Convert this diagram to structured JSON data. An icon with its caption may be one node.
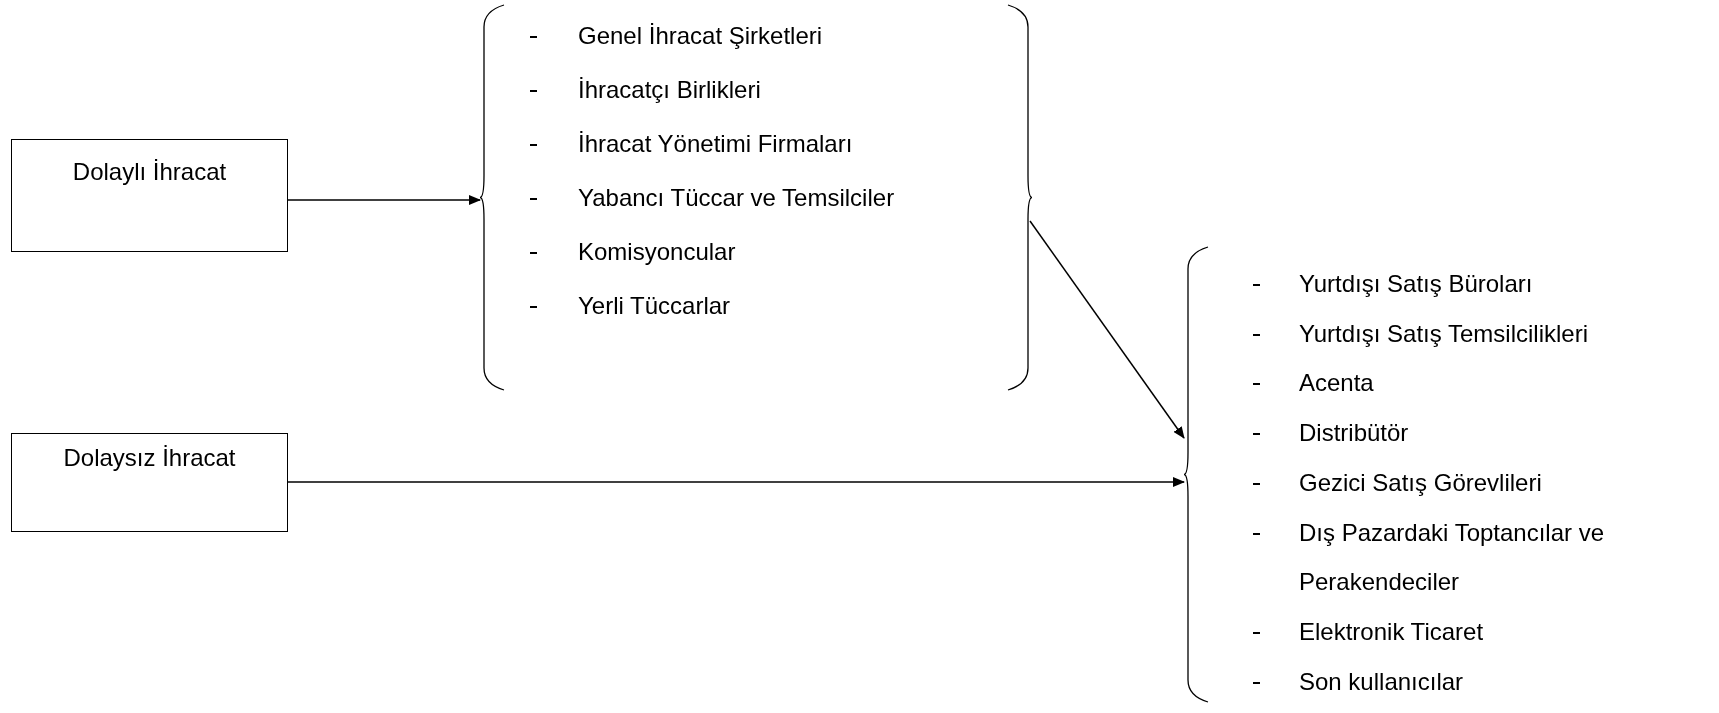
{
  "diagram": {
    "nodes": [
      {
        "text": [
          "Dolaylı İhracat"
        ]
      },
      {
        "text": [
          "Dolaysız İhracat"
        ]
      },
      {
        "text": [
          "Genel İhracat Şirketleri",
          "İhracatçı Birlikleri",
          "İhracat Yönetimi Firmaları",
          "Yabancı Tüccar ve Temsilciler",
          "Komisyoncular",
          "Yerli Tüccarlar"
        ]
      },
      {
        "text": [
          "Yurtdışı Satış Büroları",
          "Yurtdışı Satış Temsilcilikleri",
          "Acenta",
          "Distribütör",
          "Gezici Satış Görevlileri",
          "Dış Pazardaki Toptancılar ve Perakendeciler",
          "Elektronik Ticaret",
          "Son kullanıcılar"
        ]
      }
    ],
    "edges": [
      {
        "from": 0,
        "to": 2,
        "arrow": "to"
      },
      {
        "from": 2,
        "to": 3,
        "arrow": "to"
      },
      {
        "from": 1,
        "to": 3,
        "arrow": "to"
      }
    ]
  }
}
